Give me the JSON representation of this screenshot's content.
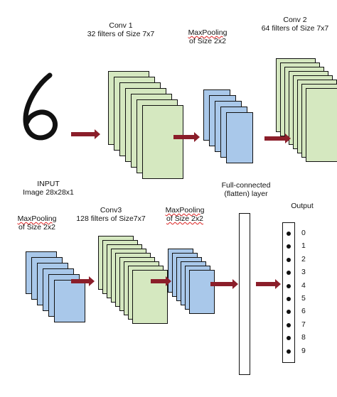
{
  "labels": {
    "conv1": [
      "Conv 1",
      "32 filters of Size 7x7"
    ],
    "maxpool1": [
      "MaxPooling",
      "of Size 2x2"
    ],
    "conv2": [
      "Conv 2",
      "64 filters of Size 7x7"
    ],
    "input": [
      "INPUT",
      "Image 28x28x1"
    ],
    "maxpool2": [
      "MaxPooling",
      "of Size 2x2"
    ],
    "conv3": [
      "Conv3",
      "128 filters of Size7x7"
    ],
    "maxpool3": [
      "MaxPooling",
      "of Size 2x2"
    ],
    "fc": [
      "Full-connected",
      "(flatten) layer"
    ],
    "output": "Output"
  },
  "input_digit": "6",
  "output_digits": [
    "0",
    "1",
    "2",
    "3",
    "4",
    "5",
    "6",
    "7",
    "8",
    "9"
  ],
  "colors": {
    "conv": "#d5e8c0",
    "pool": "#a9c8ea",
    "arrow": "#8b1e2a"
  }
}
